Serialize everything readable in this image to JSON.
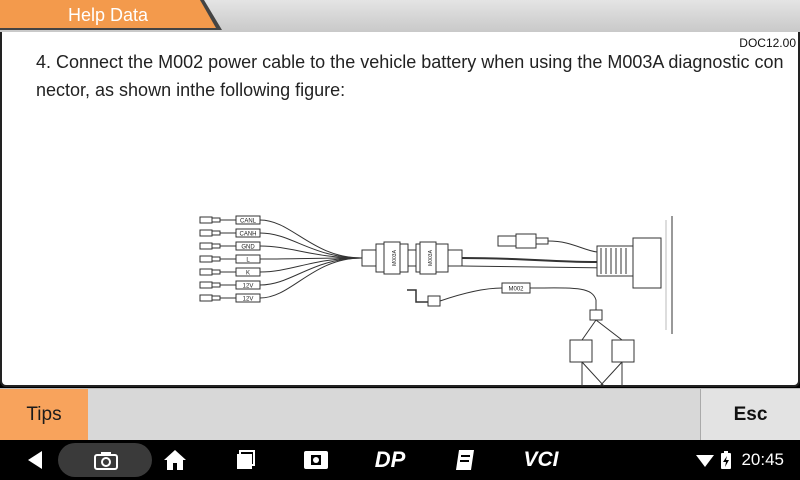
{
  "header": {
    "title": "Help Data",
    "accent_color": "#f39a4c"
  },
  "content": {
    "doc_code": "DOC12.00",
    "instruction": "4. Connect the M002 power cable to the vehicle battery when using the M003A diagnostic connector, as shown inthe following figure:",
    "figure_labels": {
      "pins": [
        "CANL",
        "CANH",
        "GND",
        "L",
        "K",
        "12V",
        "12V"
      ],
      "connector_left": "M003A",
      "connector_right": "M003A",
      "cable": "M002"
    }
  },
  "actions": {
    "tips_label": "Tips",
    "esc_label": "Esc"
  },
  "system_bar": {
    "icons": [
      "back-icon",
      "screenshot-icon",
      "home-icon",
      "recents-icon",
      "vci-settings-icon",
      "dp-icon",
      "notes-icon",
      "vci-icon",
      "wifi-icon",
      "battery-icon"
    ],
    "dp_label": "DP",
    "vci_label": "VCI",
    "time": "20:45"
  }
}
